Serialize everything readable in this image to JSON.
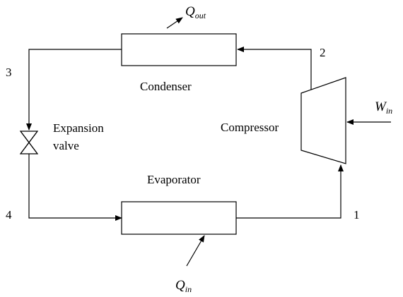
{
  "components": {
    "condenser": "Condenser",
    "evaporator": "Evaporator",
    "compressor": "Compressor",
    "expansion_valve_line1": "Expansion",
    "expansion_valve_line2": "valve"
  },
  "state_points": [
    "1",
    "2",
    "3",
    "4"
  ],
  "energy": {
    "q_out_main": "Q",
    "q_out_sub": "out",
    "q_in_main": "Q",
    "q_in_sub": "in",
    "w_in_main": "W",
    "w_in_sub": "in"
  }
}
